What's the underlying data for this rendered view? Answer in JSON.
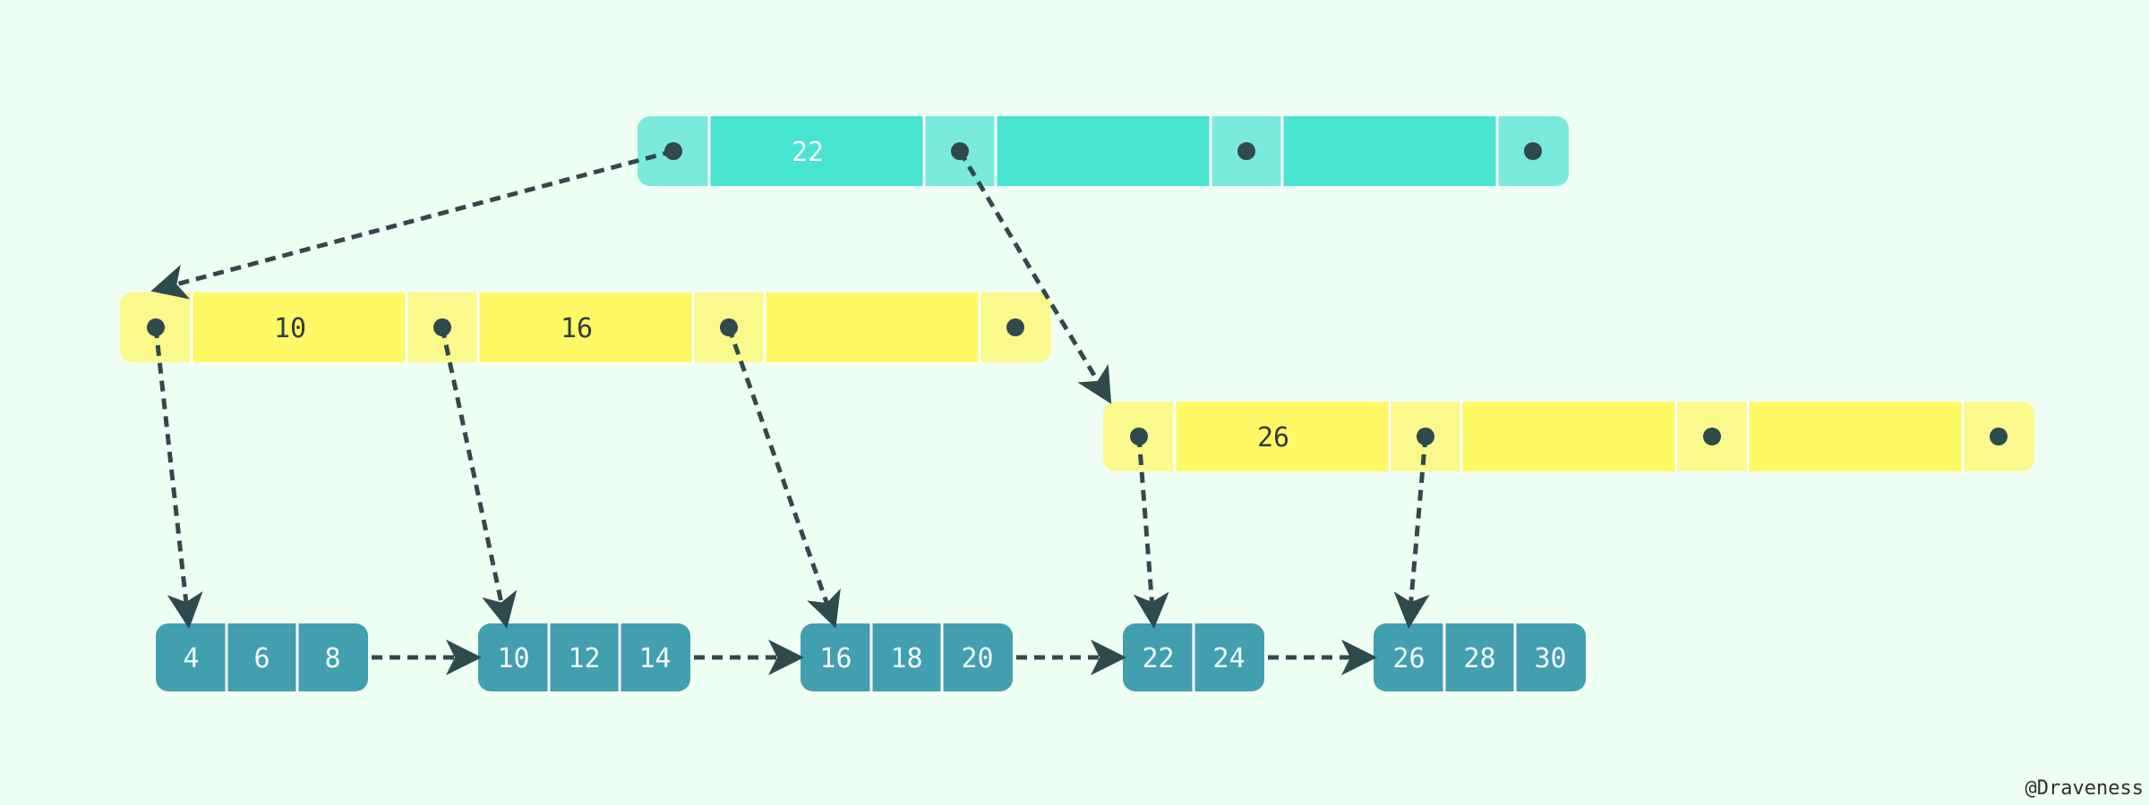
{
  "colors": {
    "background": "#F0FFF3",
    "root_key": "#48E5D1",
    "root_ptr": "#7AEBDA",
    "internal_key": "#FFF965",
    "internal_ptr": "#FBF98B",
    "leaf": "#429FB0",
    "internal_text": "#2F3C3B",
    "leaf_text": "#F4FBFF",
    "arrow": "#2E4A4D",
    "dot": "#2E4A4D"
  },
  "nodes": {
    "root": {
      "keys": [
        "22",
        "",
        ""
      ]
    },
    "internal_left": {
      "keys": [
        "10",
        "16",
        ""
      ]
    },
    "internal_right": {
      "keys": [
        "26",
        "",
        ""
      ]
    }
  },
  "leaves": [
    {
      "keys": [
        "4",
        "6",
        "8"
      ]
    },
    {
      "keys": [
        "10",
        "12",
        "14"
      ]
    },
    {
      "keys": [
        "16",
        "18",
        "20"
      ]
    },
    {
      "keys": [
        "22",
        "24"
      ]
    },
    {
      "keys": [
        "26",
        "28",
        "30"
      ]
    }
  ],
  "credit": "@Draveness"
}
